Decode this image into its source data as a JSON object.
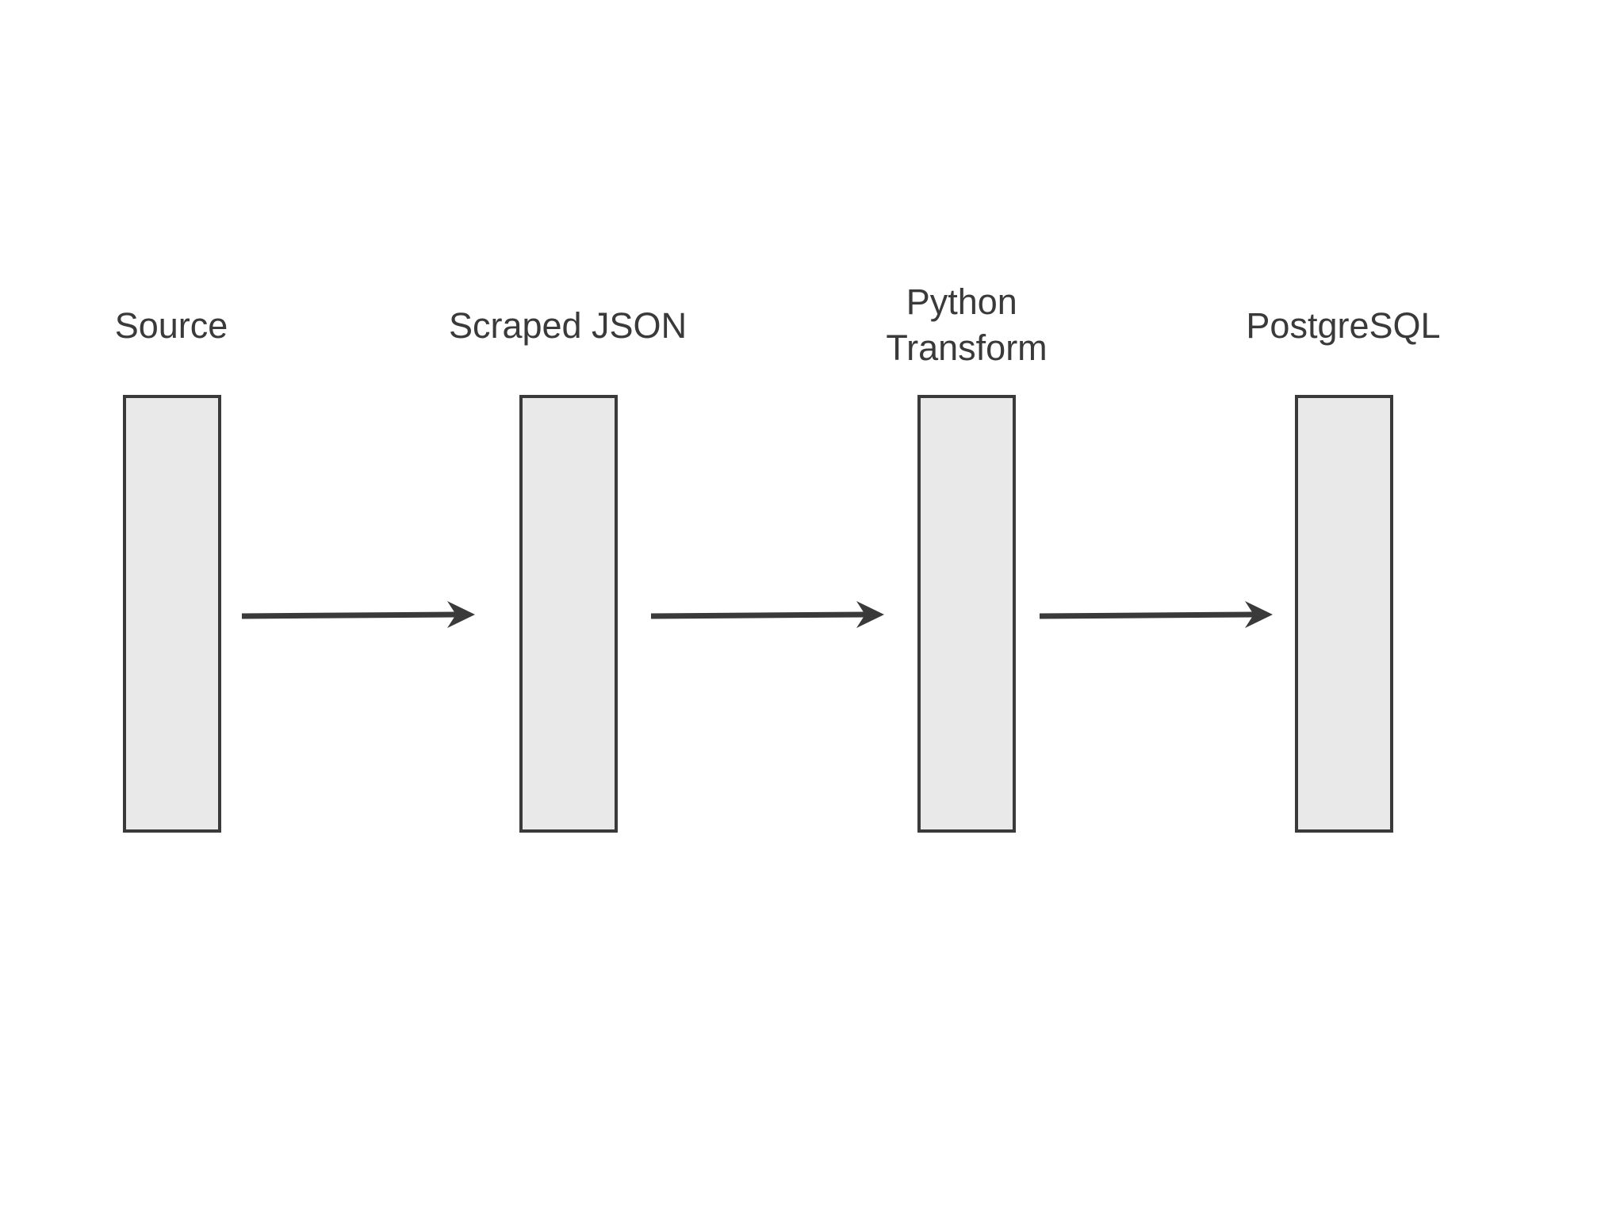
{
  "diagram": {
    "stages": [
      {
        "label_lines": [
          "Source"
        ]
      },
      {
        "label_lines": [
          "Scraped JSON"
        ]
      },
      {
        "label_lines": [
          "Python",
          "Transform"
        ]
      },
      {
        "label_lines": [
          "PostgreSQL"
        ]
      }
    ],
    "arrows": [
      {
        "from": 0,
        "to": 1
      },
      {
        "from": 1,
        "to": 2
      },
      {
        "from": 2,
        "to": 3
      }
    ],
    "colors": {
      "box_fill": "#e9e9e9",
      "stroke": "#3a3a3a",
      "text": "#3a3a3a",
      "background": "#ffffff"
    }
  }
}
